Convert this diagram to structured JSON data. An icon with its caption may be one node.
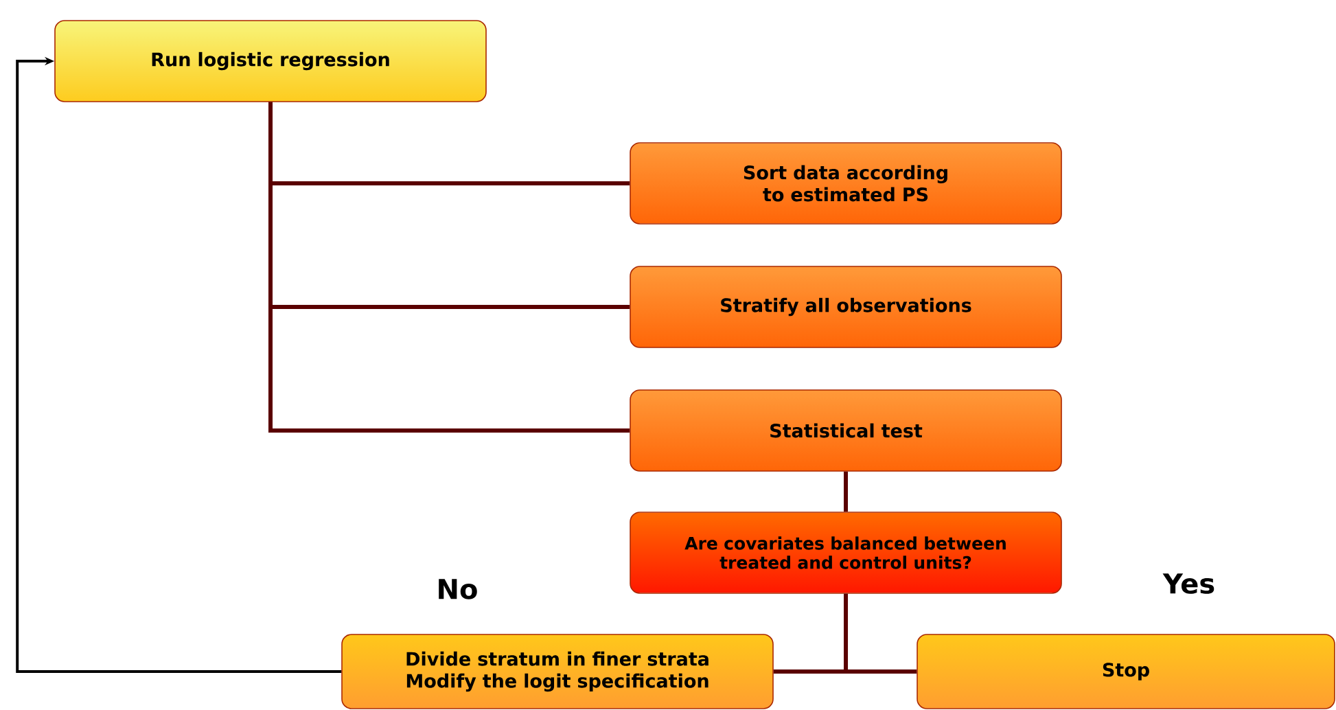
{
  "diagram": {
    "nodes": [
      {
        "text": [
          "Run logistic regression"
        ]
      },
      {
        "text": [
          "Sort data according to estimated PS"
        ]
      },
      {
        "text": [
          "Stratify all observations"
        ]
      },
      {
        "text": [
          "Statistical test"
        ]
      },
      {
        "text": [
          "Are covariates balanced between treated and control units?"
        ]
      },
      {
        "text": [
          "Divide stratum in finer strata Modify the logit specification"
        ]
      },
      {
        "text": [
          "Stop"
        ]
      }
    ],
    "edges": [
      {
        "from": 0,
        "to": 1,
        "arrow": "none"
      },
      {
        "from": 0,
        "to": 2,
        "arrow": "none"
      },
      {
        "from": 0,
        "to": 3,
        "arrow": "none"
      },
      {
        "from": 3,
        "to": 4,
        "arrow": "none"
      },
      {
        "from": 4,
        "to": 5,
        "arrow": "none"
      },
      {
        "from": 4,
        "to": 6,
        "arrow": "none"
      },
      {
        "from": 5,
        "to": 0,
        "arrow": "to",
        "color": "#000000"
      }
    ],
    "labels": [
      "No",
      "Yes"
    ]
  }
}
